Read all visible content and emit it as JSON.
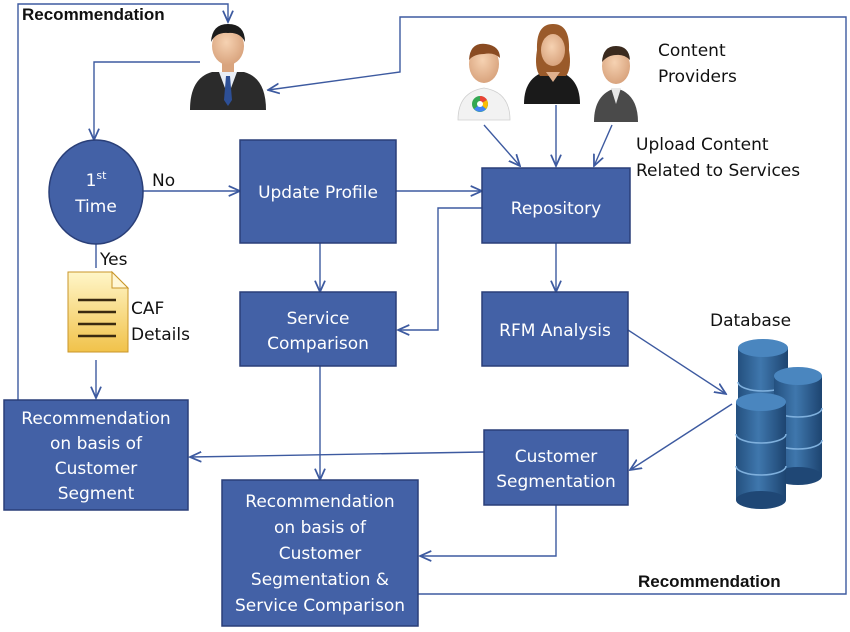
{
  "colors": {
    "box_fill": "#4361a6",
    "box_stroke": "#2a3f78",
    "arrow": "#3d5aa0",
    "database": "#2f5f93"
  },
  "nodes": {
    "first_time": {
      "line1_base": "1",
      "line1_sup": "st",
      "line2": "Time"
    },
    "update_profile": "Update Profile",
    "repository": "Repository",
    "service_comparison": [
      "Service",
      "Comparison"
    ],
    "rfm_analysis": "RFM Analysis",
    "customer_segmentation": [
      "Customer",
      "Segmentation"
    ],
    "rec_segment": [
      "Recommendation",
      "on basis of",
      "Customer",
      "Segment"
    ],
    "rec_seg_service": [
      "Recommendation",
      "on basis of",
      "Customer",
      "Segmentation &",
      "Service Comparison"
    ]
  },
  "labels": {
    "recommendation_top": "Recommendation",
    "recommendation_bottom": "Recommendation",
    "no": "No",
    "yes": "Yes",
    "caf": [
      "CAF",
      "Details"
    ],
    "content_providers": [
      "Content",
      "Providers"
    ],
    "upload_content": [
      "Upload Content",
      "Related to Services"
    ],
    "database": "Database"
  },
  "icons": [
    "businessman-icon",
    "content-provider-icon",
    "document-icon",
    "database-icon"
  ]
}
